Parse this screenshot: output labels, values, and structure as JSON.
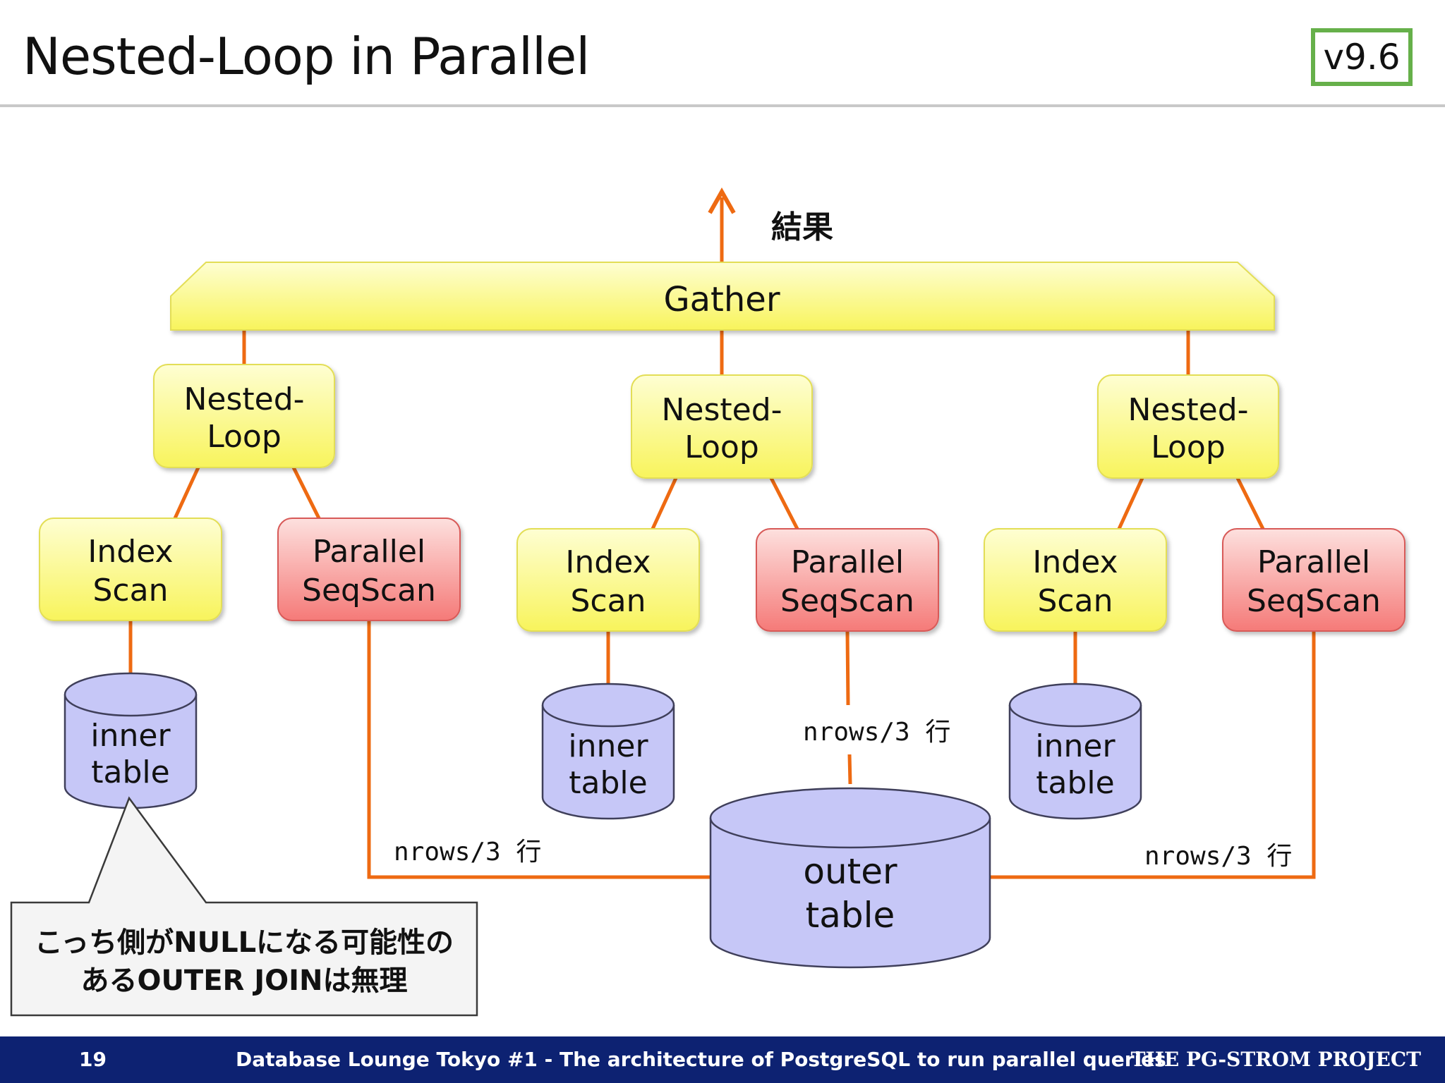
{
  "title": "Nested-Loop in Parallel",
  "version_badge": "v9.6",
  "result_label": "結果",
  "gather_label": "Gather",
  "workers": [
    {
      "nested_loop": [
        "Nested-",
        "Loop"
      ],
      "index_scan": [
        "Index",
        "Scan"
      ],
      "seq_scan": [
        "Parallel",
        "SeqScan"
      ],
      "inner_table": [
        "inner",
        "table"
      ]
    },
    {
      "nested_loop": [
        "Nested-",
        "Loop"
      ],
      "index_scan": [
        "Index",
        "Scan"
      ],
      "seq_scan": [
        "Parallel",
        "SeqScan"
      ],
      "inner_table": [
        "inner",
        "table"
      ]
    },
    {
      "nested_loop": [
        "Nested-",
        "Loop"
      ],
      "index_scan": [
        "Index",
        "Scan"
      ],
      "seq_scan": [
        "Parallel",
        "SeqScan"
      ],
      "inner_table": [
        "inner",
        "table"
      ]
    }
  ],
  "outer_table": [
    "outer",
    "table"
  ],
  "rows_labels": [
    "nrows/3 行",
    "nrows/3 行",
    "nrows/3 行"
  ],
  "callout": [
    "こっち側がNULLになる可能性の",
    "あるOUTER JOINは無理"
  ],
  "footer": {
    "page_number": "19",
    "talk_title": "Database Lounge Tokyo #1 - The architecture of PostgreSQL to run parallel queries",
    "project": "THE PG-STROM PROJECT"
  },
  "colors": {
    "connector": "#ee6a12",
    "yellow_node": "#fbf76a",
    "red_node": "#f78585",
    "cylinder": "#c6c7f7",
    "badge_border": "#66b04a",
    "footer_bg": "#0d2272"
  }
}
